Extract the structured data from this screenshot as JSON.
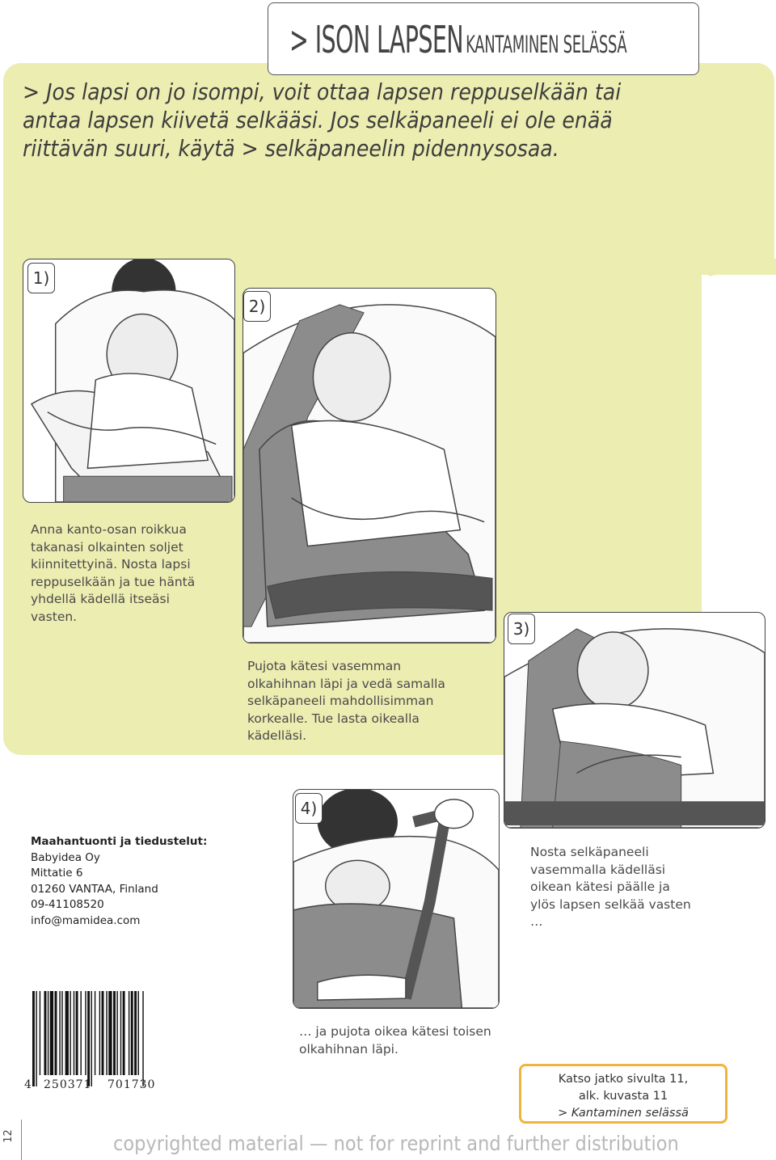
{
  "header": {
    "title_main": "> ISON LAPSEN",
    "title_sub": "KANTAMINEN SELÄSSÄ"
  },
  "intro": {
    "text": "> Jos lapsi on jo isompi, voit ottaa lapsen reppuselkään tai antaa lapsen kiivetä selkääsi. Jos selkäpaneeli ei ole enää riittävän suuri, käytä > selkäpaneelin pidennysosaa."
  },
  "steps": [
    {
      "number": "1)",
      "caption": "Anna kanto-osan roikkua takanasi olkainten soljet kiinnitettyinä. Nosta lapsi reppuselkään ja tue häntä yhdellä kädellä itseäsi vasten."
    },
    {
      "number": "2)",
      "caption": "Pujota kätesi vasemman olkahihnan läpi ja vedä samalla selkäpaneeli mahdollisimman korkealle. Tue lasta oikealla kädelläsi."
    },
    {
      "number": "3)",
      "caption": "Nosta selkäpaneeli vasemmalla kädelläsi oikean kätesi päälle ja ylös lapsen selkää vasten …"
    },
    {
      "number": "4)",
      "caption": "… ja pujota oikea kätesi toisen olkahihnan läpi."
    }
  ],
  "contact": {
    "heading": "Maahantuonti ja tiedustelut:",
    "lines": [
      "Babyidea Oy",
      "Mittatie 6",
      "01260 VANTAA, Finland",
      "09-41108520",
      "info@mamidea.com"
    ]
  },
  "barcode": {
    "digits_first": "4",
    "digits_group1": "250371",
    "digits_group2": "701730"
  },
  "continue_note": {
    "line1": "Katso jatko sivulta 11,",
    "line2": "alk. kuvasta 11",
    "line3": "> Kantaminen selässä"
  },
  "footer": {
    "watermark": "copyrighted material — not for reprint and further distribution",
    "page_number": "12"
  },
  "colors": {
    "panel_green": "#ecedb1",
    "note_border": "#f0b43c",
    "carrier_gray": "#8c8c8c"
  }
}
